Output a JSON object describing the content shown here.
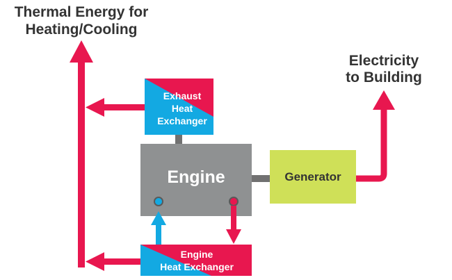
{
  "labels": {
    "thermal_line1": "Thermal Energy for",
    "thermal_line2": "Heating/Cooling",
    "electricity_line1": "Electricity",
    "electricity_line2": "to Building",
    "exhaust_line1": "Exhaust",
    "exhaust_line2": "Heat",
    "exhaust_line3": "Exchanger",
    "engine": "Engine",
    "generator": "Generator",
    "engine_hx_line1": "Engine",
    "engine_hx_line2": "Heat Exchanger"
  },
  "colors": {
    "heat_red": "#e8174f",
    "cool_blue": "#13a9e2",
    "engine_gray": "#8f9192",
    "connector_gray": "#717171",
    "generator_green": "#cfe058",
    "text_dark": "#333333",
    "text_white": "#ffffff"
  }
}
